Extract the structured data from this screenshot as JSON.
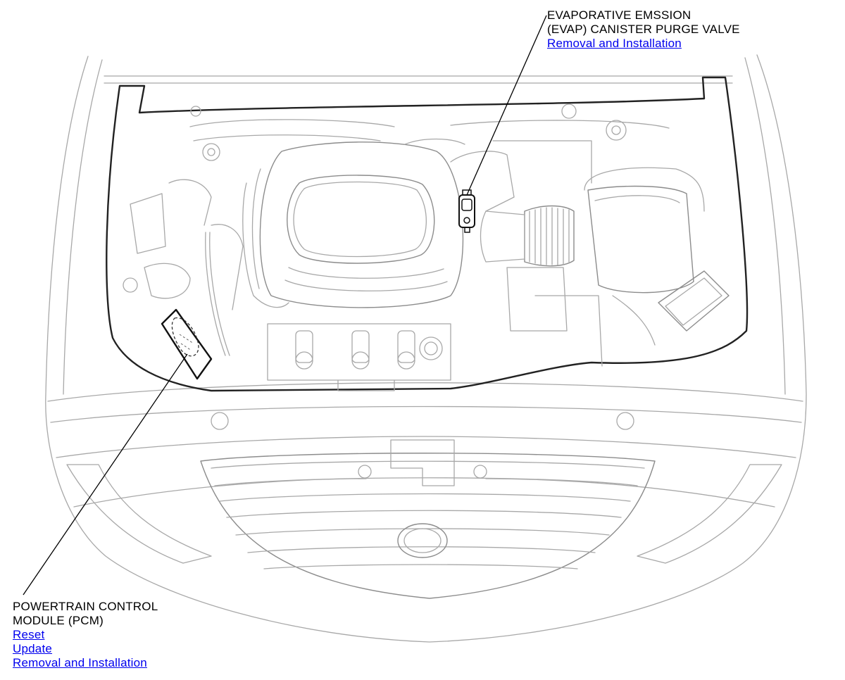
{
  "components": {
    "evap_purge_valve": {
      "name_lines": [
        "EVAPORATIVE EMSSION",
        "(EVAP) CANISTER PURGE VALVE"
      ],
      "links": [
        "Removal and Installation"
      ]
    },
    "pcm": {
      "name_lines": [
        "POWERTRAIN CONTROL",
        "MODULE (PCM)"
      ],
      "links": [
        "Reset",
        "Update",
        "Removal and Installation"
      ]
    }
  },
  "colors": {
    "link": "#0000ee",
    "line_art": "#a8a8a8",
    "outline": "#222222",
    "leader": "#000000"
  }
}
